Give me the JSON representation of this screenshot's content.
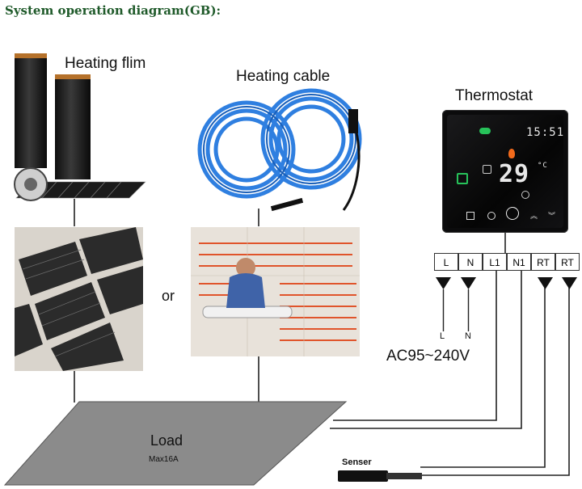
{
  "title": "System operation diagram(GB):",
  "labels": {
    "heating_film": "Heating flim",
    "heating_cable": "Heating cable",
    "thermostat": "Thermostat",
    "or": "or",
    "voltage": "AC95~240V",
    "load": "Load",
    "load_max": "Max16A",
    "sensor": "Senser",
    "arrow_l": "L",
    "arrow_n": "N"
  },
  "terminals": [
    "L",
    "N",
    "L1",
    "N1",
    "RT",
    "RT"
  ],
  "thermostat_display": {
    "time": "15:51",
    "temperature": "29",
    "unit": "°C"
  },
  "colors": {
    "title": "#1f5a2a",
    "cable": "#2f7fe0",
    "film": "#1b1b1b",
    "load": "#8a8a8a",
    "thermostat_icon_green": "#27c25a",
    "flame": "#f26a1b"
  }
}
